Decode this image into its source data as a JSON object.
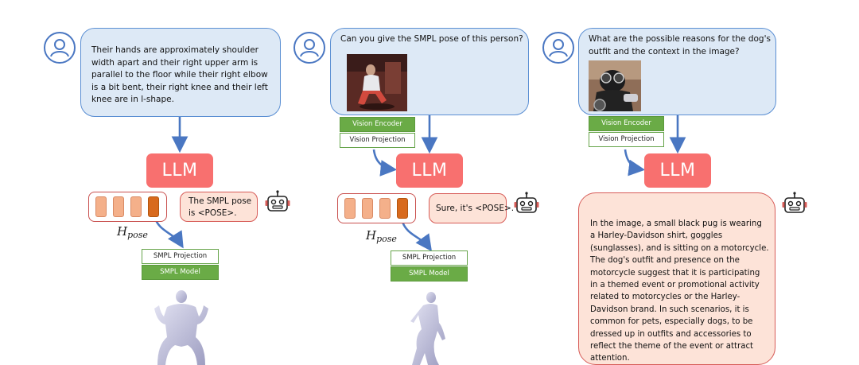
{
  "panels": [
    {
      "user_text_lines": [
        "Their hands are approximately shoulder",
        "width apart and their right upper arm is",
        "parallel to the floor while their right elbow",
        "is a bit bent, their right knee and their left",
        "knee are in l-shape."
      ],
      "llm_label": "LLM",
      "bot_text_lines": [
        "The SMPL pose",
        "is <POSE>."
      ],
      "hpose_base": "H",
      "hpose_sub": "pose",
      "smpl_projection": "SMPL Projection",
      "smpl_model": "SMPL Model"
    },
    {
      "user_text_lines": [
        "Can you give the SMPL pose of this person?"
      ],
      "vision_encoder": "Vision Encoder",
      "vision_projection": "Vision Projection",
      "llm_label": "LLM",
      "bot_text_lines": [
        "Sure, it's <POSE>."
      ],
      "hpose_base": "H",
      "hpose_sub": "pose",
      "smpl_projection": "SMPL Projection",
      "smpl_model": "SMPL Model"
    },
    {
      "user_text_lines": [
        "What are the possible reasons for the dog's",
        "outfit and the context in the image?"
      ],
      "vision_encoder": "Vision Encoder",
      "vision_projection": "Vision Projection",
      "llm_label": "LLM",
      "bot_text_lines": [
        "In the image, a small black pug is wearing",
        "a Harley-Davidson shirt, goggles",
        "(sunglasses), and is sitting on a motorcycle.",
        "The dog's outfit and presence on the",
        "motorcycle suggest that it is participating",
        "in a themed event or promotional activity",
        "related to motorcycles or the Harley-",
        "Davidson brand. In such scenarios, it is",
        "common for pets, especially dogs, to be",
        "dressed up in outfits and accessories to",
        "reflect the theme of the event or attract",
        "attention."
      ]
    }
  ],
  "colors": {
    "user_bubble_fill": "#dde9f6",
    "user_bubble_border": "#5b8fd3",
    "llm_fill": "#f8706f",
    "bot_bubble_fill": "#fde3d8",
    "bot_bubble_border": "#d75c58",
    "green": "#6aab46",
    "arrow": "#4a77c2"
  },
  "icons": [
    "user-icon",
    "robot-icon",
    "photo-person",
    "photo-pug",
    "smpl-mesh"
  ]
}
